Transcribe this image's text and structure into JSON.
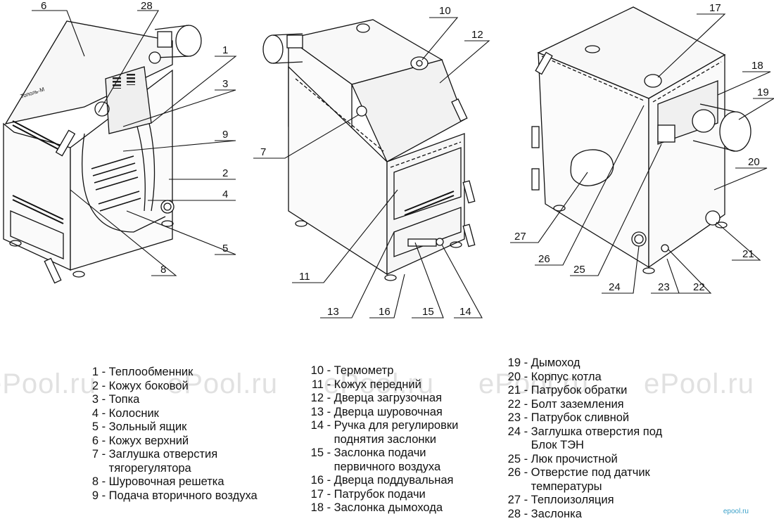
{
  "callouts": [
    "1",
    "2",
    "3",
    "4",
    "5",
    "6",
    "7",
    "8",
    "9",
    "10",
    "11",
    "12",
    "13",
    "14",
    "15",
    "16",
    "17",
    "18",
    "19",
    "20",
    "21",
    "22",
    "23",
    "24",
    "25",
    "26",
    "27",
    "28"
  ],
  "watermark": "ePool.ru",
  "brand_mark": "epool.ru",
  "legend": [
    [
      {
        "num": "1",
        "label": "Теплообменник"
      },
      {
        "num": "2",
        "label": "Кожух боковой"
      },
      {
        "num": "3",
        "label": "Топка"
      },
      {
        "num": "4",
        "label": "Колосник"
      },
      {
        "num": "5",
        "label": "Зольный ящик"
      },
      {
        "num": "6",
        "label": "Кожух верхний"
      },
      {
        "num": "7",
        "label": "Заглушка отверстия\nтягорегулятора"
      },
      {
        "num": "8",
        "label": "Шуровочная решетка"
      },
      {
        "num": "9",
        "label": "Подача вторичного воздуха"
      }
    ],
    [
      {
        "num": "10",
        "label": "Термометр"
      },
      {
        "num": "11",
        "label": "Кожух передний"
      },
      {
        "num": "12",
        "label": "Дверца загрузочная"
      },
      {
        "num": "13",
        "label": "Дверца шуровочная"
      },
      {
        "num": "14",
        "label": "Ручка для регулировки\nподнятия заслонки"
      },
      {
        "num": "15",
        "label": "Заслонка подачи\nпервичного воздуха"
      },
      {
        "num": "16",
        "label": "Дверца поддувальная"
      },
      {
        "num": "17",
        "label": "Патрубок подачи"
      },
      {
        "num": "18",
        "label": "Заслонка дымохода"
      }
    ],
    [
      {
        "num": "19",
        "label": "Дымоход"
      },
      {
        "num": "20",
        "label": "Корпус котла"
      },
      {
        "num": "21",
        "label": "Патрубок обратки"
      },
      {
        "num": "22",
        "label": "Болт заземления"
      },
      {
        "num": "23",
        "label": "Патрубок сливной"
      },
      {
        "num": "24",
        "label": "Заглушка отверстия под\nБлок ТЭН"
      },
      {
        "num": "25",
        "label": "Люк прочистной"
      },
      {
        "num": "26",
        "label": "Отверстие под датчик\nтемпературы"
      },
      {
        "num": "27",
        "label": "Теплоизоляция"
      },
      {
        "num": "28",
        "label": "Заслонка"
      }
    ]
  ],
  "brand_text_on_boiler": "Тополь-М"
}
